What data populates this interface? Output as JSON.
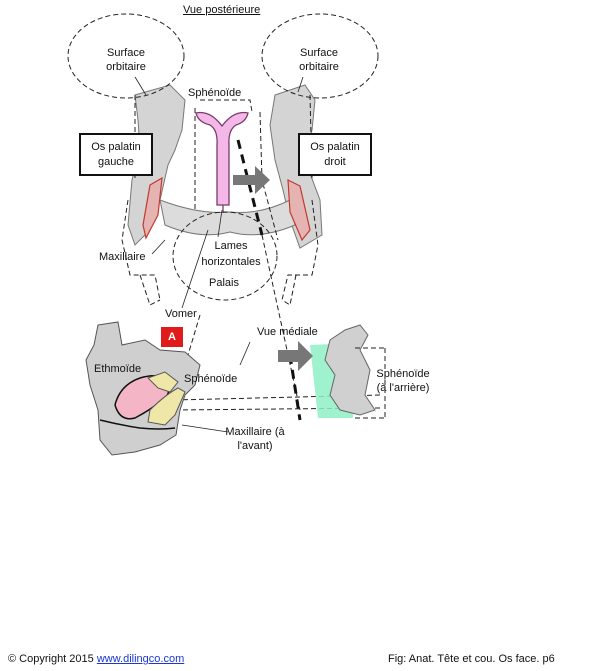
{
  "view_posterior_title": "Vue postérieure",
  "labels": {
    "surface_orbitaire_left": "Surface orbitaire",
    "surface_orbitaire_right": "Surface orbitaire",
    "sphenoide_top": "Sphénoïde",
    "os_palatin_gauche": "Os palatin gauche",
    "os_palatin_droit": "Os palatin droit",
    "maxillaire_left": "Maxillaire",
    "lames_horizontales": "Lames horizontales",
    "palais": "Palais",
    "vomer": "Vomer",
    "badge_a": "A",
    "vue_mediale": "Vue médiale",
    "ethmoide": "Ethmoïde",
    "sphenoide_mid": "Sphénoïde",
    "sphenoide_arriere": "Sphénoïde (à l'arrière)",
    "maxillaire_avant": "Maxillaire (à l'avant)"
  },
  "footer": {
    "copyright_prefix": "© Copyright 2015",
    "link_text": "www.dilingco.com",
    "fig_caption": "Fig:  Anat. Tête et cou. Os face. p6"
  },
  "colors": {
    "sphenoid_pink": "#f3b8e8",
    "ethmoid_pink": "#f4b6c7",
    "palatine_yellow": "#efe7a7",
    "medial_green": "#8ff0c5",
    "badge_red": "#e01b1b",
    "arrow_gray": "#777777",
    "bone_gray": "#c8c8c8"
  }
}
